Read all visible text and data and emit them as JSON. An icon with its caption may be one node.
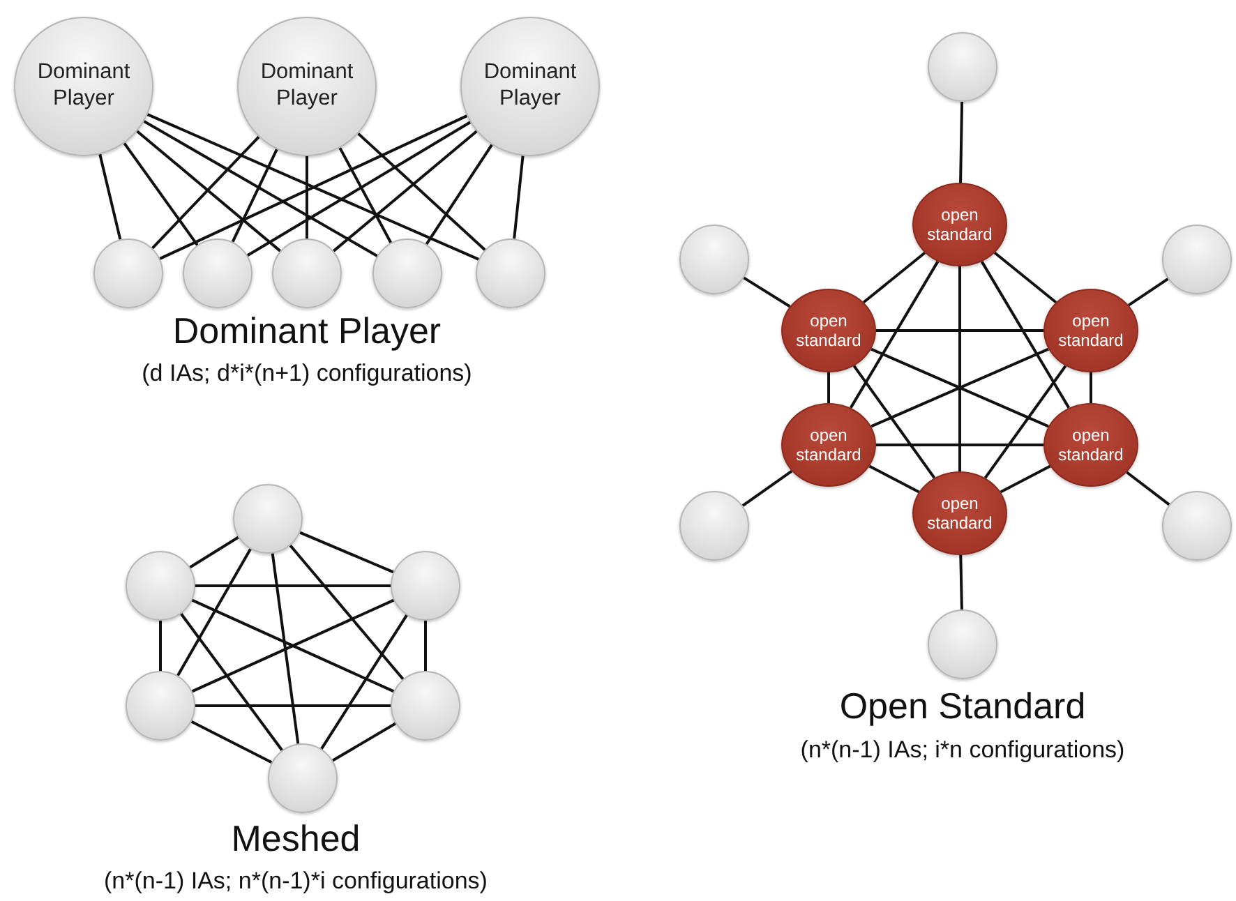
{
  "diagram": {
    "nodes": [
      {
        "text": [
          "Dominant Player"
        ]
      },
      {
        "text": [
          "Dominant Player"
        ]
      },
      {
        "text": [
          "Dominant Player"
        ]
      },
      {
        "text": [],
        "shape": "circle"
      },
      {
        "text": [],
        "shape": "circle"
      },
      {
        "text": [],
        "shape": "circle"
      },
      {
        "text": [],
        "shape": "circle"
      },
      {
        "text": [],
        "shape": "circle"
      },
      {
        "text": [],
        "shape": "circle"
      },
      {
        "text": [
          "open standard"
        ]
      },
      {
        "text": [],
        "shape": "circle"
      },
      {
        "text": [
          "open standard"
        ]
      },
      {
        "text": [
          "open standard"
        ]
      },
      {
        "text": [],
        "shape": "circle"
      },
      {
        "text": [
          "open standard"
        ]
      },
      {
        "text": [
          "open standard"
        ]
      },
      {
        "text": [],
        "shape": "circle"
      },
      {
        "text": [],
        "shape": "circle"
      },
      {
        "text": [
          "open standard"
        ]
      },
      {
        "text": [],
        "shape": "circle"
      },
      {
        "text": [],
        "shape": "circle"
      },
      {
        "text": [],
        "shape": "circle"
      },
      {
        "text": [],
        "shape": "circle"
      },
      {
        "text": [],
        "shape": "circle"
      },
      {
        "text": [],
        "shape": "circle"
      },
      {
        "text": [],
        "shape": "circle"
      }
    ],
    "edges": [
      {
        "from": 0,
        "to": 3,
        "arrow": "none"
      },
      {
        "from": 0,
        "to": 4,
        "arrow": "none"
      },
      {
        "from": 0,
        "to": 5,
        "arrow": "none"
      },
      {
        "from": 0,
        "to": 6,
        "arrow": "none"
      },
      {
        "from": 0,
        "to": 7,
        "arrow": "none"
      },
      {
        "from": 1,
        "to": 3,
        "arrow": "none"
      },
      {
        "from": 1,
        "to": 4,
        "arrow": "none"
      },
      {
        "from": 1,
        "to": 5,
        "arrow": "none"
      },
      {
        "from": 1,
        "to": 6,
        "arrow": "none"
      },
      {
        "from": 1,
        "to": 7,
        "arrow": "none"
      },
      {
        "from": 2,
        "to": 3,
        "arrow": "none"
      },
      {
        "from": 2,
        "to": 4,
        "arrow": "none"
      },
      {
        "from": 2,
        "to": 5,
        "arrow": "none"
      },
      {
        "from": 2,
        "to": 6,
        "arrow": "none"
      },
      {
        "from": 2,
        "to": 7,
        "arrow": "none"
      },
      {
        "from": 8,
        "to": 9,
        "arrow": "none"
      },
      {
        "from": 10,
        "to": 11,
        "arrow": "none"
      },
      {
        "from": 13,
        "to": 12,
        "arrow": "none"
      },
      {
        "from": 16,
        "to": 14,
        "arrow": "none"
      },
      {
        "from": 17,
        "to": 15,
        "arrow": "none"
      },
      {
        "from": 18,
        "to": 19,
        "arrow": "none"
      },
      {
        "from": 9,
        "to": 11,
        "arrow": "none"
      },
      {
        "from": 9,
        "to": 12,
        "arrow": "none"
      },
      {
        "from": 9,
        "to": 14,
        "arrow": "none"
      },
      {
        "from": 9,
        "to": 15,
        "arrow": "none"
      },
      {
        "from": 9,
        "to": 18,
        "arrow": "none"
      },
      {
        "from": 11,
        "to": 12,
        "arrow": "none"
      },
      {
        "from": 11,
        "to": 14,
        "arrow": "none"
      },
      {
        "from": 11,
        "to": 15,
        "arrow": "none"
      },
      {
        "from": 11,
        "to": 18,
        "arrow": "none"
      },
      {
        "from": 12,
        "to": 14,
        "arrow": "none"
      },
      {
        "from": 12,
        "to": 15,
        "arrow": "none"
      },
      {
        "from": 12,
        "to": 18,
        "arrow": "none"
      },
      {
        "from": 14,
        "to": 15,
        "arrow": "none"
      },
      {
        "from": 14,
        "to": 18,
        "arrow": "none"
      },
      {
        "from": 15,
        "to": 18,
        "arrow": "none"
      },
      {
        "from": 20,
        "to": 21,
        "arrow": "none"
      },
      {
        "from": 20,
        "to": 22,
        "arrow": "none"
      },
      {
        "from": 20,
        "to": 23,
        "arrow": "none"
      },
      {
        "from": 20,
        "to": 24,
        "arrow": "none"
      },
      {
        "from": 20,
        "to": 25,
        "arrow": "none"
      },
      {
        "from": 21,
        "to": 22,
        "arrow": "none"
      },
      {
        "from": 21,
        "to": 23,
        "arrow": "none"
      },
      {
        "from": 21,
        "to": 24,
        "arrow": "none"
      },
      {
        "from": 21,
        "to": 25,
        "arrow": "none"
      },
      {
        "from": 22,
        "to": 23,
        "arrow": "none"
      },
      {
        "from": 22,
        "to": 24,
        "arrow": "none"
      },
      {
        "from": 22,
        "to": 25,
        "arrow": "none"
      },
      {
        "from": 23,
        "to": 24,
        "arrow": "none"
      },
      {
        "from": 23,
        "to": 25,
        "arrow": "none"
      },
      {
        "from": 24,
        "to": 25,
        "arrow": "none"
      }
    ],
    "labels": [
      "Dominant Player",
      "(d IAs; d*i*(n+1) configurations)",
      "Open Standard",
      "(n*(n-1) IAs; i*n configurations)",
      "Meshed",
      "(n*(n-1) IAs; n*(n-1)*i configurations)"
    ]
  }
}
